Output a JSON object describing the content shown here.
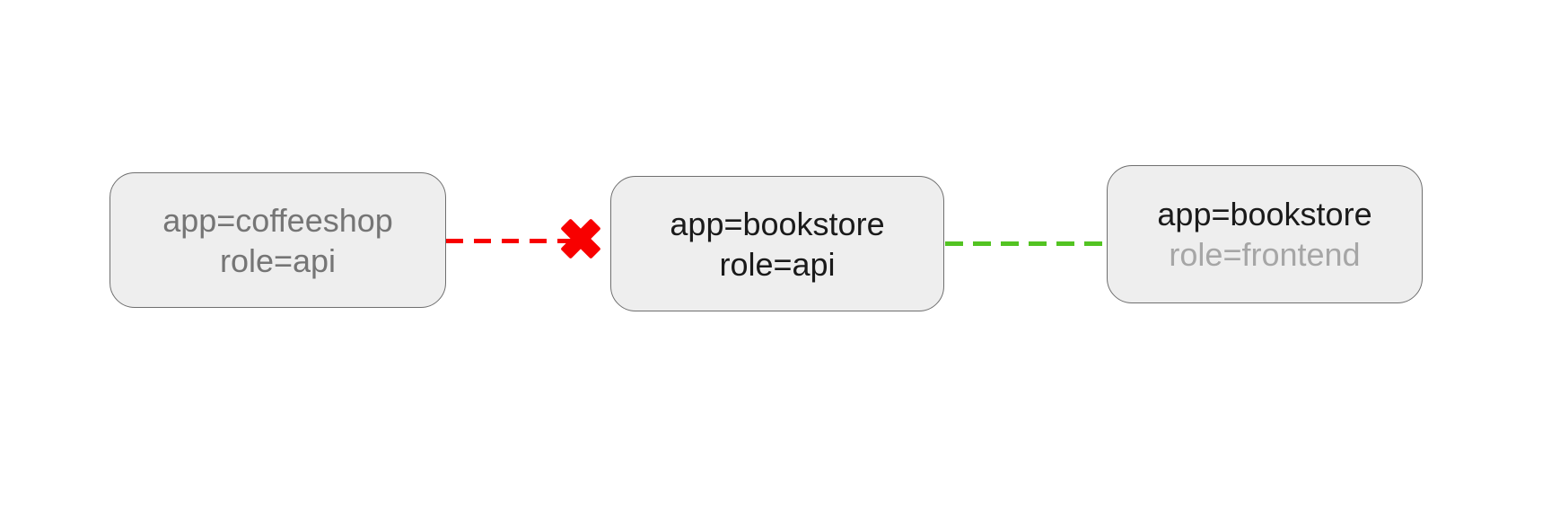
{
  "diagram": {
    "nodes": [
      {
        "id": "coffeeshop-api",
        "label_line1": "app=coffeeshop",
        "label_line2": "role=api"
      },
      {
        "id": "bookstore-api",
        "label_line1": "app=bookstore",
        "label_line2": "role=api"
      },
      {
        "id": "bookstore-frontend",
        "label_line1": "app=bookstore",
        "label_line2": "role=frontend"
      }
    ],
    "edges": [
      {
        "from": "coffeeshop-api",
        "to": "bookstore-api",
        "status": "blocked",
        "style": "dashed",
        "icon": "x-mark"
      },
      {
        "from": "bookstore-api",
        "to": "bookstore-frontend",
        "status": "allowed",
        "style": "dashed"
      }
    ],
    "colors": {
      "blocked": "#f80000",
      "allowed": "#53c322",
      "node-fill": "#eeeeee",
      "node-border": "#6f6f6f",
      "text-primary": "#1a1a1a",
      "text-muted": "#757575",
      "text-muted-light": "#a6a6a6",
      "background": "#ffffff"
    }
  }
}
